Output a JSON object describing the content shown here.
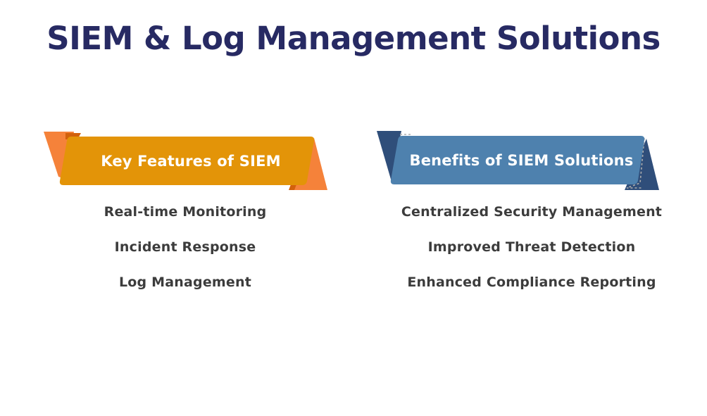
{
  "title": "SIEM & Log Management Solutions",
  "colors": {
    "title": "#272a63",
    "item_text": "#3C3C3C",
    "banner_text": "#FFFFFF",
    "orange_main": "#E39408",
    "orange_light": "#F5823A",
    "orange_dark": "#D2610B",
    "blue_main": "#4E81AE",
    "blue_dark": "#2F4E7A",
    "trim_gray": "#ADADAD"
  },
  "sections": [
    {
      "header": "Key Features of SIEM",
      "items": [
        "Real-time Monitoring",
        "Incident Response",
        "Log Management"
      ]
    },
    {
      "header": "Benefits of SIEM Solutions",
      "items": [
        "Centralized Security Management",
        "Improved Threat Detection",
        "Enhanced Compliance Reporting"
      ]
    }
  ]
}
